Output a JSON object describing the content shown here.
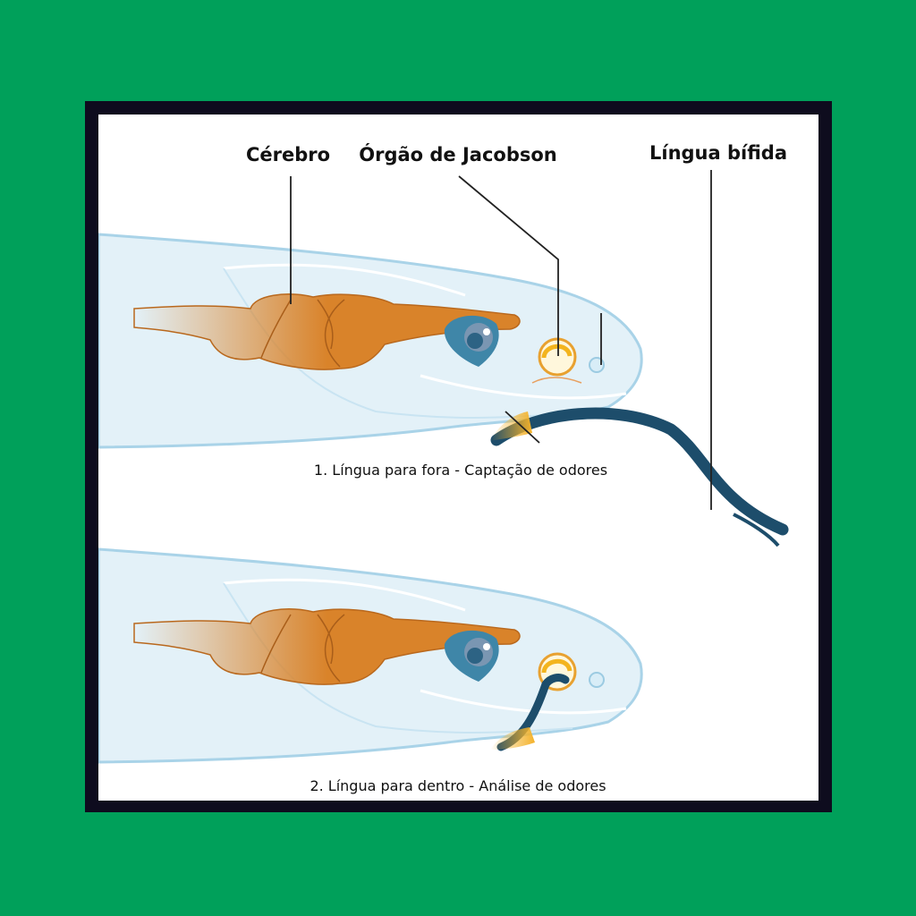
{
  "labels": {
    "brain": "Cérebro",
    "jacobson_organ": "Órgão de Jacobson",
    "forked_tongue": "Língua bífida"
  },
  "captions": {
    "step1": "1. Língua para fora - Captação de odores",
    "step2": "2. Língua para dentro - Análise de odores"
  },
  "colors": {
    "background": "#00a05a",
    "frame": "#0e0c1e",
    "brain": "#d9832a",
    "tongue": "#1d4d6b",
    "head": "#e3f1f8",
    "eye": "#3f86a8"
  }
}
